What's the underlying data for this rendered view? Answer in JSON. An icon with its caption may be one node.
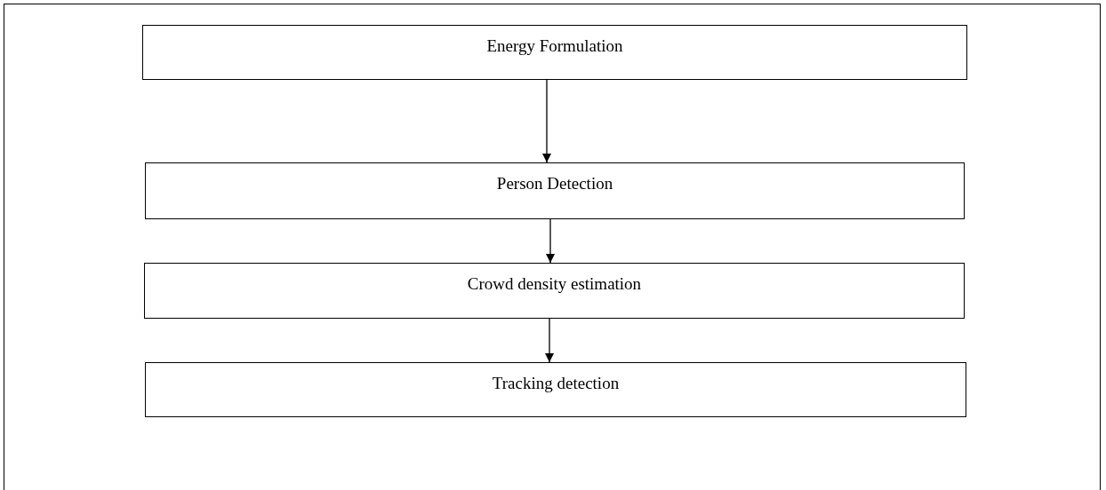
{
  "diagram": {
    "nodes": [
      {
        "text": [
          "Energy Formulation"
        ]
      },
      {
        "text": [
          "Person Detection"
        ]
      },
      {
        "text": [
          "Crowd density estimation"
        ]
      },
      {
        "text": [
          "Tracking detection"
        ]
      }
    ],
    "edges": [
      {
        "from": 0,
        "to": 1,
        "arrow": "to"
      },
      {
        "from": 1,
        "to": 2,
        "arrow": "to"
      },
      {
        "from": 2,
        "to": 3,
        "arrow": "to"
      }
    ]
  }
}
